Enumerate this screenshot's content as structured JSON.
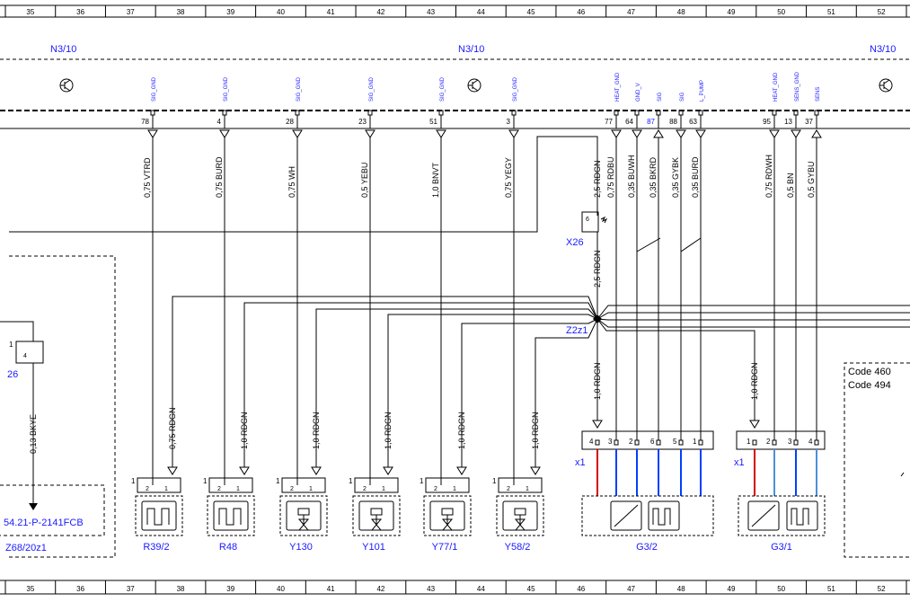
{
  "grid": {
    "cells": [
      "35",
      "36",
      "37",
      "38",
      "39",
      "40",
      "41",
      "42",
      "43",
      "44",
      "45",
      "46",
      "47",
      "48",
      "49",
      "50",
      "51",
      "52"
    ]
  },
  "module": {
    "labels": [
      "N3/10",
      "N3/10",
      "N3/10"
    ]
  },
  "pins": [
    {
      "sig": "SIG_GND",
      "num": "78",
      "wire": "0,75 VTRD"
    },
    {
      "sig": "SIG_GND",
      "num": "4",
      "wire": "0,75 BURD"
    },
    {
      "sig": "SIG_GND",
      "num": "28",
      "wire": "0,75 WH"
    },
    {
      "sig": "SIG_GND",
      "num": "23",
      "wire": "0,5 YEBU"
    },
    {
      "sig": "SIG_GND",
      "num": "51",
      "wire": "1,0 BNVT"
    },
    {
      "sig": "SIG_GND",
      "num": "3",
      "wire": "0,75 YEGY"
    },
    {
      "sig": "HEAT_GND",
      "num": "77",
      "wire": "0,75 RDBU"
    },
    {
      "sig": "GND_V",
      "num": "64",
      "wire": "0,35 BUWH"
    },
    {
      "sig": "SIG",
      "num": "87",
      "wire": "0,35 BKRD"
    },
    {
      "sig": "SIG",
      "num": "88",
      "wire": "0,35 GYBK"
    },
    {
      "sig": "L_PUMP",
      "num": "63",
      "wire": "0,35 BURD"
    },
    {
      "sig": "HEAT_GND",
      "num": "95",
      "wire": "0,75 RDWH"
    },
    {
      "sig": "SENS_GND",
      "num": "13",
      "wire": "0,5 BN"
    },
    {
      "sig": "SENS",
      "num": "37",
      "wire": "0,5 GYBU"
    }
  ],
  "x26": {
    "label": "X26",
    "pin": "6",
    "wire_top": "2,5 RDGN",
    "wire_bottom": "2,5 RDGN"
  },
  "splice": {
    "label": "Z2z1"
  },
  "branches": [
    "0,75 RDGN",
    "1,0 RDGN",
    "1,0 RDGN",
    "1,0 RDGN",
    "1,0 RDGN",
    "1,0 RDGN",
    "1,0 RDGN",
    "1,0 RDGN"
  ],
  "left": {
    "x26_label": "26",
    "x26_pin1": "1",
    "x26_pin4": "4",
    "wire": "0,13 BKYE",
    "ref": "54.21-P-2141FCB",
    "connector": "Z68/20z1"
  },
  "components": [
    {
      "label": "R39/2",
      "type": "heater",
      "pins": [
        "1",
        "2",
        "1"
      ]
    },
    {
      "label": "R48",
      "type": "heater",
      "pins": [
        "1",
        "2",
        "1"
      ]
    },
    {
      "label": "Y130",
      "type": "valve",
      "pins": [
        "1",
        "2",
        "1"
      ]
    },
    {
      "label": "Y101",
      "type": "valve",
      "pins": [
        "1",
        "2",
        "1"
      ]
    },
    {
      "label": "Y77/1",
      "type": "valve",
      "pins": [
        "1",
        "2",
        "1"
      ]
    },
    {
      "label": "Y58/2",
      "type": "valve",
      "pins": [
        "1",
        "2",
        "1"
      ]
    }
  ],
  "g32": {
    "label": "G3/2",
    "x1": "x1",
    "pins": [
      "4",
      "3",
      "2",
      "6",
      "5",
      "1"
    ]
  },
  "g31": {
    "label": "G3/1",
    "x1": "x1",
    "pins": [
      "1",
      "2",
      "3",
      "4"
    ]
  },
  "codes": [
    "Code 460",
    "Code 494"
  ],
  "colors": {
    "line": "#000000",
    "blue_text": "#1a1aff",
    "wire_red": "#d40000",
    "wire_blue": "#0040ff",
    "wire_lightblue": "#4a90d9"
  }
}
